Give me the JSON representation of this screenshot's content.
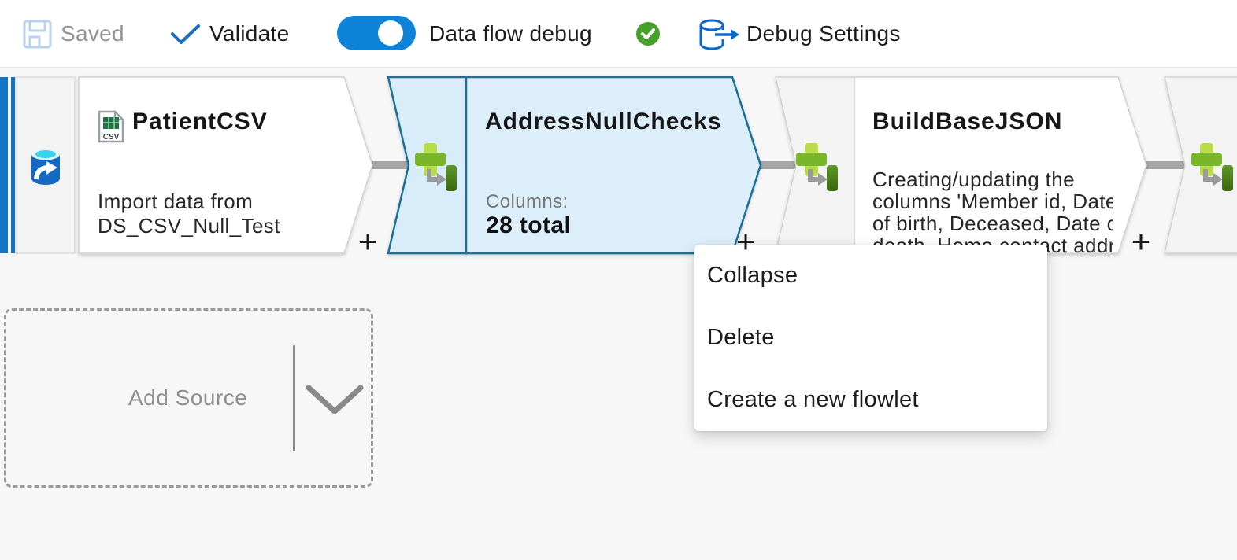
{
  "toolbar": {
    "saved": "Saved",
    "validate": "Validate",
    "data_flow_debug": "Data flow debug",
    "debug_toggle_state": "on",
    "debug_settings": "Debug Settings"
  },
  "flow": {
    "patient": {
      "title": "PatientCSV",
      "desc_line1": "Import data from",
      "desc_line2": "DS_CSV_Null_Test",
      "dataset_badge": "CSV"
    },
    "address": {
      "title": "AddressNullChecks",
      "columns_label": "Columns:",
      "columns_total": "28 total",
      "selected": true
    },
    "build": {
      "title": "BuildBaseJSON",
      "desc_line1": "Creating/updating the",
      "desc_line2": "columns 'Member id, Date",
      "desc_line3": "of birth, Deceased, Date of",
      "desc_line4": "death, Home contact address,"
    },
    "plus": "+",
    "add_source": "Add Source"
  },
  "menu": {
    "collapse": "Collapse",
    "delete": "Delete",
    "create_flowlet": "Create a new flowlet"
  },
  "colors": {
    "accent_blue": "#1373c4",
    "toggle_blue": "#0f83d8",
    "selected_fill": "#d9ecf9",
    "selected_border": "#1b7097",
    "node_border": "#d2d2d2",
    "segment_fill": "#f3f3f3",
    "connector_gray": "#a6a6a6",
    "success_green": "#45a12c",
    "derived_green_light": "#b9dc48",
    "derived_green_mid": "#79b62c",
    "derived_green_dark": "#4c7d1b"
  }
}
